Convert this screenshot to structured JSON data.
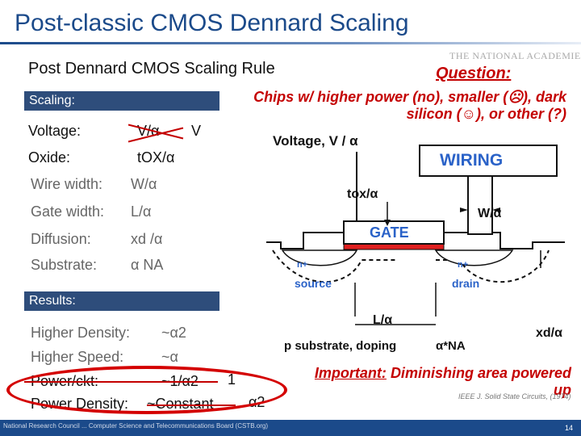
{
  "title": "Post-classic CMOS Dennard Scaling",
  "subhead": "Post Dennard CMOS Scaling Rule",
  "logo_text": "THE NATIONAL ACADEMIES",
  "scaling": {
    "band_label": "Scaling:",
    "rows": [
      {
        "label": "Voltage:",
        "value": "V/α",
        "new_value": "V"
      },
      {
        "label": "Oxide:",
        "value": "tOX/α"
      },
      {
        "label": "Wire width:",
        "value": "W/α"
      },
      {
        "label": "Gate width:",
        "value": "L/α"
      },
      {
        "label": "Diffusion:",
        "value": "xd /α"
      },
      {
        "label": "Substrate:",
        "value": "α NA"
      }
    ]
  },
  "results": {
    "band_label": "Results:",
    "rows": [
      {
        "label": "Higher Density:",
        "value": "~α2"
      },
      {
        "label": "Higher Speed:",
        "value": "~α"
      },
      {
        "label": "Power/ckt:",
        "value": "~1/α2",
        "new_value": "1"
      },
      {
        "label": "Power Density:",
        "value": "~Constant",
        "new_value": "α2"
      }
    ]
  },
  "question": {
    "heading": "Question:",
    "text": "Chips w/ higher power (no), smaller (☹), dark silicon (☺), or other (?)"
  },
  "important": {
    "heading": "Important:",
    "text": "Diminishing area powered up"
  },
  "diagram": {
    "voltage": "Voltage, V / α",
    "wiring": "WIRING",
    "tox": "tox/α",
    "w": "W/α",
    "gate": "GATE",
    "source_n": "n+",
    "source": "source",
    "drain_n": "n+",
    "drain": "drain",
    "l": "L/α",
    "xd": "xd/α",
    "substrate": "p substrate, doping",
    "doping": "α*NA",
    "citation": "IEEE J. Solid State Circuits, (1974)"
  },
  "footer": {
    "left": "National Research Council ... Computer Science and Telecommunications Board (CSTB.org)",
    "page": "14"
  }
}
